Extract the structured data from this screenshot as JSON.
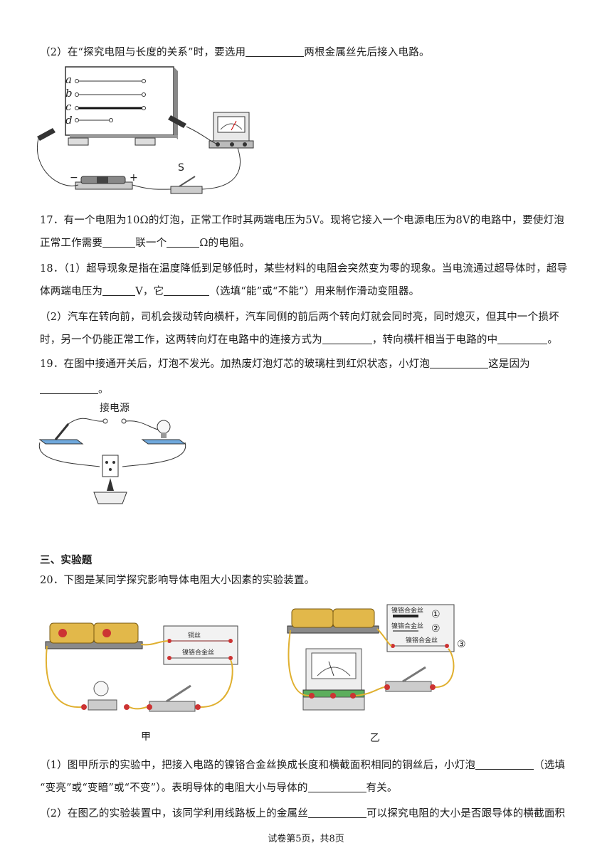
{
  "q16_part2": {
    "before": "（2）在“探究电阻与长度的关系”时，要选用",
    "after": "两根金属丝先后接入电路。"
  },
  "fig1": {
    "wires": [
      "a",
      "b",
      "c",
      "d"
    ],
    "switch_label": "S",
    "minus": "−",
    "plus": "+"
  },
  "q17": {
    "line1": "17．有一个电阻为10Ω的灯泡，正常工作时其两端电压为5V。现将它接入一个电源电压为8V的电路中，要使灯泡",
    "line2_a": "正常工作需要",
    "line2_b": "联一个",
    "line2_c": "Ω的电阻。"
  },
  "q18": {
    "line1": "18．（1）超导现象是指在温度降低到足够低时，某些材料的电阻会突然变为零的现象。当电流通过超导体时，超导",
    "line2_a": "体两端电压为",
    "line2_b": "V，它",
    "line2_c": "（选填“能”或“不能”）用来制作滑动变阻器。",
    "line3": "（2）汽车在转向前，司机会拨动转向横杆，汽车同侧的前后两个转向灯就会同时亮，同时熄灭，但其中一个损坏",
    "line4_a": "时，另一个仍能正常工作，这两转向灯在电路中的连接方式为",
    "line4_b": "，转向横杆相当于电路的中",
    "line4_c": "。"
  },
  "q19": {
    "line1_a": "19．在图中接通开关后，灯泡不发光。加热废灯泡灯芯的玻璃柱到红炽状态，小灯泡",
    "line1_b": "这是因为",
    "line2_end": "。"
  },
  "fig2": {
    "power_label": "接电源"
  },
  "section3": {
    "title": "三、实验题"
  },
  "q20": {
    "intro": "20．下图是某同学探究影响导体电阻大小因素的实验装置。",
    "p1_a": "（1）图甲所示的实验中，把接入电路的镍铬合金丝换成长度和横截面积相同的铜丝后，小灯泡",
    "p1_b": "（选填",
    "p1_line2_a": "“变亮”或“变暗”或“不变”）。表明导体的电阻大小与导体的",
    "p1_line2_b": "有关。",
    "p2_a": "（2）在图乙的实验装置中，该同学利用线路板上的金属丝",
    "p2_b": "可以探究电阻的大小是否跟导体的横截面积"
  },
  "fig3": {
    "jia_board": [
      "铜丝",
      "镍铬合金丝"
    ],
    "jia_caption": "甲",
    "yi_board": [
      "镍铬合金丝",
      "镍铬合金丝",
      "镍铬合金丝"
    ],
    "yi_marks": [
      "①",
      "②",
      "③"
    ],
    "yi_caption": "乙"
  },
  "footer": "试卷第5页，共8页"
}
